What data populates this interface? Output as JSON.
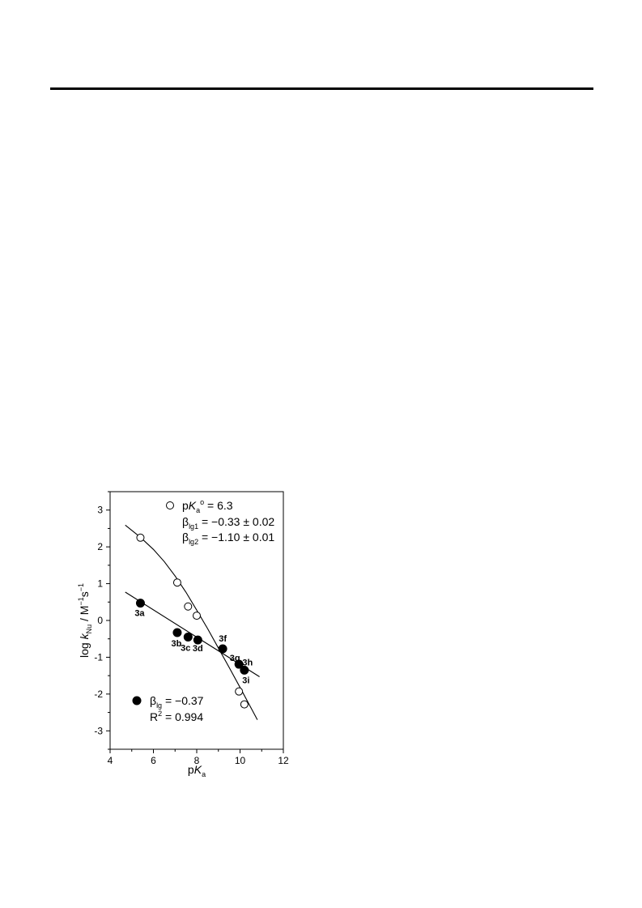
{
  "chart_data": {
    "type": "scatter",
    "xlabel": "pKa",
    "ylabel": "log kNu / M−1s−1",
    "xlim": [
      4,
      12
    ],
    "ylim": [
      -3.5,
      3.5
    ],
    "x_ticks": [
      "4",
      "6",
      "8",
      "10",
      "12"
    ],
    "y_ticks": [
      "3",
      "2",
      "1",
      "0",
      "-1",
      "-2",
      "-3"
    ],
    "grid": false,
    "series": [
      {
        "marker": "open-circle",
        "x": [
          5.4,
          7.1,
          7.6,
          8.0,
          9.95,
          10.2
        ],
        "y": [
          2.25,
          1.03,
          0.38,
          0.13,
          -1.93,
          -2.28
        ],
        "fit": "curved",
        "fit_x": [
          4.7,
          5.4,
          6.0,
          6.5,
          7.0,
          7.5,
          8.0,
          8.5,
          9.0,
          9.5,
          10.0,
          10.5,
          10.8
        ],
        "fit_y": [
          2.59,
          2.26,
          1.93,
          1.6,
          1.21,
          0.77,
          0.28,
          -0.22,
          -0.75,
          -1.28,
          -1.82,
          -2.37,
          -2.7
        ]
      },
      {
        "marker": "filled-circle",
        "x": [
          5.4,
          7.1,
          7.6,
          8.05,
          9.2,
          9.95,
          10.2
        ],
        "y": [
          0.47,
          -0.33,
          -0.45,
          -0.53,
          -0.77,
          -1.19,
          -1.35
        ],
        "labels": [
          "3a",
          "3b",
          "3c",
          "3d",
          "3f",
          "3g",
          "3h",
          "3i"
        ],
        "fit": "linear",
        "fit_x": [
          4.7,
          10.9
        ],
        "fit_y": [
          0.77,
          -1.53
        ]
      }
    ],
    "annotations": {
      "open": {
        "pka_prefix": "p",
        "pka_k": "K",
        "pka_sub": "a",
        "pka_sup": "o",
        "pka_value": " = 6.3",
        "beta_symbol": "β",
        "beta1_sub": "lg1",
        "beta1_value": " = −0.33 ± 0.02",
        "beta2_sub": "lg2",
        "beta2_value": " = −1.10 ± 0.01"
      },
      "filled": {
        "beta_symbol": "β",
        "beta_sub": "lg",
        "beta_value": " = −0.37",
        "r2_base": "R",
        "r2_sup": "2",
        "r2_value": " = 0.994"
      }
    },
    "axis_title_parts": {
      "x_p": "p",
      "x_k": "K",
      "x_sub": "a",
      "y_log": "log ",
      "y_k": "k",
      "y_sub": "Nu",
      "y_mid": " / M",
      "y_sup1": "−1",
      "y_s": "s",
      "y_sup2": "−1"
    }
  }
}
